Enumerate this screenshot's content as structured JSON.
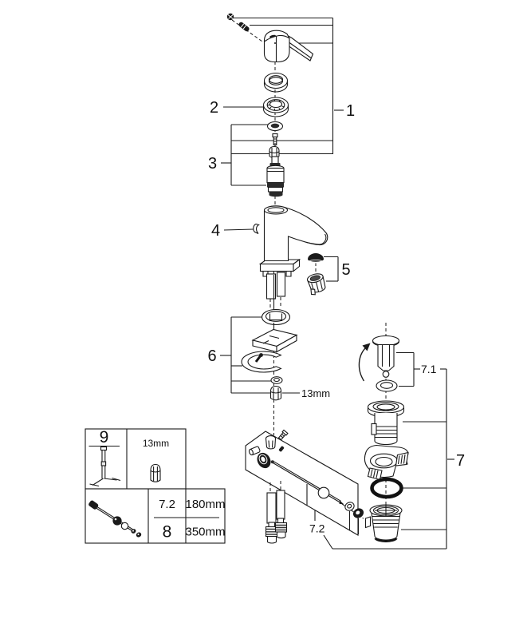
{
  "diagram": {
    "callouts": {
      "c1": "1",
      "c2": "2",
      "c3": "3",
      "c4": "4",
      "c5": "5",
      "c6": "6",
      "c7": "7",
      "c7_1": "7.1",
      "c7_2": "7.2",
      "nut_size": "13mm"
    },
    "legend": {
      "tool_ref": "9",
      "nut_size": "13mm",
      "specs": [
        {
          "ref": "7.2",
          "length": "180mm"
        },
        {
          "ref": "8",
          "length": "350mm"
        }
      ]
    }
  }
}
